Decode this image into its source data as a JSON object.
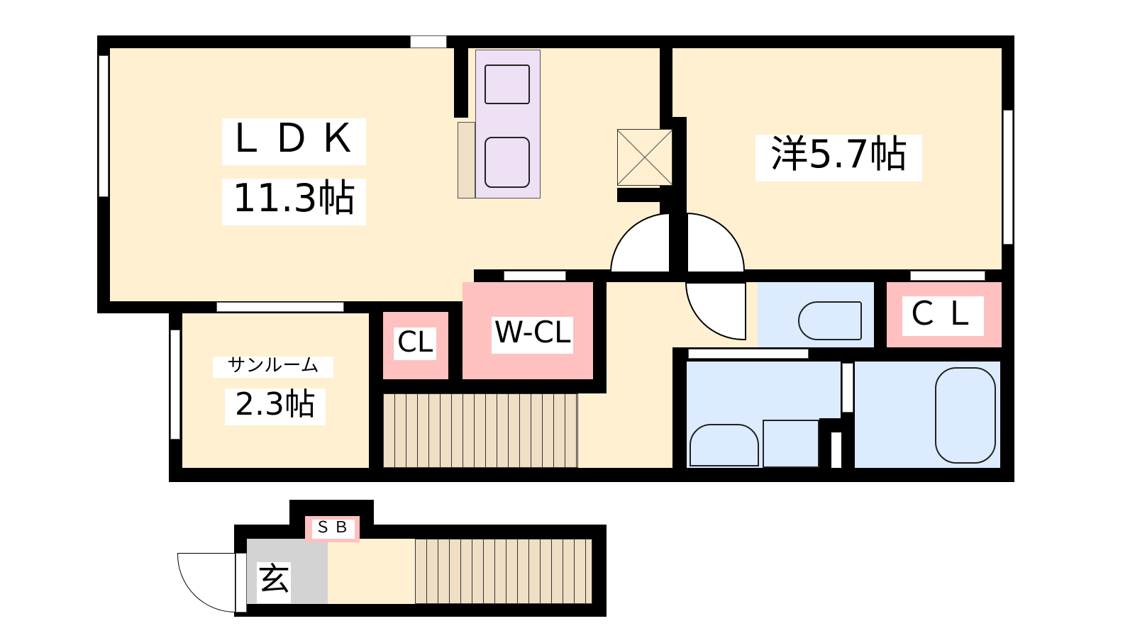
{
  "rooms": {
    "ldk": {
      "name": "ＬＤＫ",
      "size": "11.3帖"
    },
    "western": {
      "name": "洋5.7帖"
    },
    "sunroom": {
      "name": "サンルーム",
      "size": "2.3帖"
    },
    "cl_small": "CL",
    "wcl": "W-CL",
    "cl_right": "ＣＬ",
    "entrance": "玄",
    "shoebox": "ＳＢ"
  },
  "colors": {
    "living": "#fef0d0",
    "storage": "#ffc0c0",
    "wet": "#dcebfd",
    "kitchen": "#eee0f5",
    "entrance": "#d3d3d3"
  }
}
